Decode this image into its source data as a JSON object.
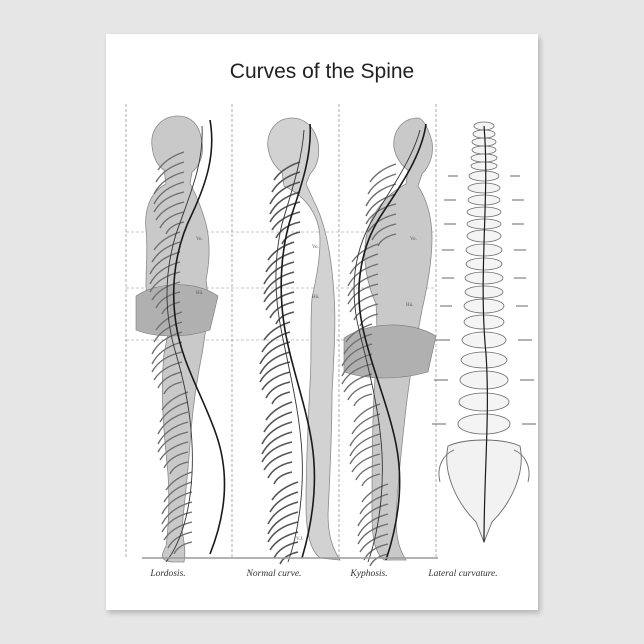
{
  "poster": {
    "title": "Curves of the Spine",
    "captions": [
      "Lordosis.",
      "Normal curve.",
      "Kyphosis.",
      "Lateral curvature."
    ]
  },
  "figure_labels": {
    "vertebra_marker": "Vo.",
    "hip_marker": "Hü.",
    "ankle_marker": "V.J."
  },
  "colors": {
    "background": "#e6e6e6",
    "paper": "#ffffff",
    "body_fill": "#c9c9c9",
    "outline": "#8a8a8a",
    "spine_curve": "#1a1a1a",
    "guide_line": "#8c8c8c"
  }
}
